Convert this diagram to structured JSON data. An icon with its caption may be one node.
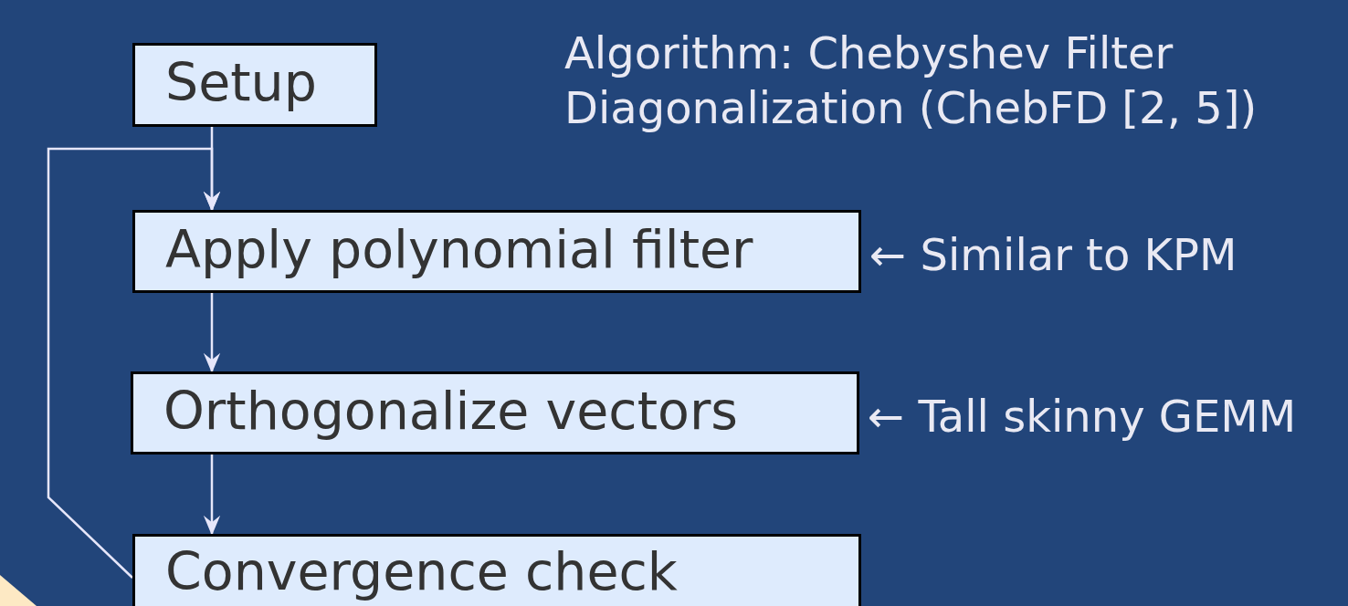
{
  "diagram": {
    "title": "Algorithm: Chebyshev Filter Diagonalization (ChebFD [2, 5])",
    "nodes": [
      {
        "text": [
          "Setup"
        ]
      },
      {
        "text": [
          "Apply polynomial filter"
        ],
        "beside": [
          "← Similar to KPM"
        ]
      },
      {
        "text": [
          "Orthogonalize vectors"
        ],
        "beside": [
          "← Tall skinny GEMM"
        ]
      },
      {
        "text": [
          "Convergence check"
        ]
      }
    ],
    "edges": [
      {
        "from": 0,
        "to": 1,
        "arrow": "to"
      },
      {
        "from": 1,
        "to": 2,
        "arrow": "to"
      },
      {
        "from": 2,
        "to": 3,
        "arrow": "to"
      },
      {
        "from": 3,
        "to": 1,
        "arrow": "to"
      }
    ]
  }
}
